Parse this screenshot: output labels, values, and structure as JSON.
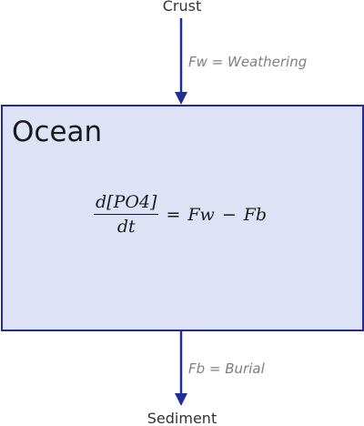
{
  "nodes": {
    "source": "Crust",
    "sink": "Sediment",
    "reservoir": "Ocean"
  },
  "fluxes": {
    "input": "Fw = Weathering",
    "output": "Fb = Burial"
  },
  "equation": {
    "numerator": "d[PO4]",
    "denominator": "dt",
    "equals": "=",
    "term1": "Fw",
    "operator": "−",
    "term2": "Fb"
  },
  "colors": {
    "arrow": "#1f2e99",
    "box_fill": "#dde2f7",
    "box_border": "#1f2e99",
    "flux_text": "#7f7f7f"
  }
}
